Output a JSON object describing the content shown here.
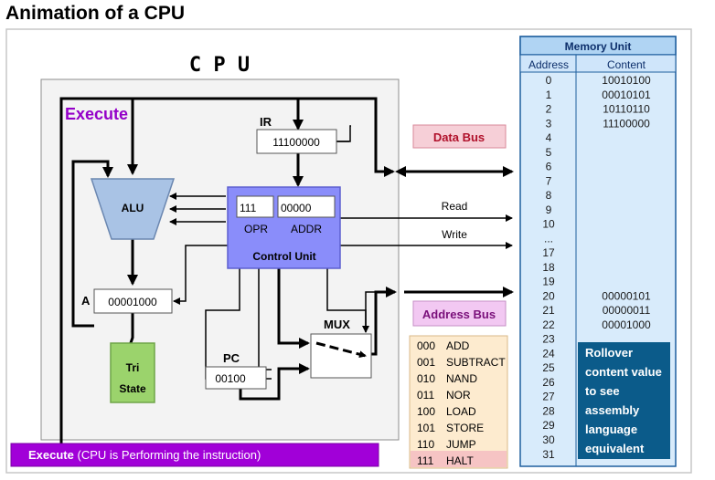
{
  "page_title": "Animation of a CPU",
  "cpu": {
    "title": "C P U",
    "stage_label": "Execute",
    "ir": {
      "label": "IR",
      "value": "11100000"
    },
    "alu": {
      "label": "ALU"
    },
    "control_unit": {
      "opr_value": "111",
      "addr_value": "00000",
      "opr_label": "OPR",
      "addr_label": "ADDR",
      "label": "Control Unit"
    },
    "accumulator": {
      "label": "A",
      "value": "00001000"
    },
    "tri_state": {
      "line1": "Tri",
      "line2": "State"
    },
    "pc": {
      "label": "PC",
      "value": "00100"
    },
    "mux": {
      "label": "MUX"
    }
  },
  "buses": {
    "data_bus": "Data Bus",
    "address_bus": "Address Bus",
    "read": "Read",
    "write": "Write"
  },
  "status_bar": {
    "bold": "Execute",
    "rest": " (CPU is Performing the instruction)"
  },
  "instruction_set": [
    {
      "code": "000",
      "name": "ADD"
    },
    {
      "code": "001",
      "name": "SUBTRACT"
    },
    {
      "code": "010",
      "name": "NAND"
    },
    {
      "code": "011",
      "name": "NOR"
    },
    {
      "code": "100",
      "name": "LOAD"
    },
    {
      "code": "101",
      "name": "STORE"
    },
    {
      "code": "110",
      "name": "JUMP"
    },
    {
      "code": "111",
      "name": "HALT"
    }
  ],
  "memory": {
    "title": "Memory Unit",
    "col_address": "Address",
    "col_content": "Content",
    "rows": [
      {
        "address": "0",
        "content": "10010100"
      },
      {
        "address": "1",
        "content": "00010101"
      },
      {
        "address": "2",
        "content": "10110110"
      },
      {
        "address": "3",
        "content": "11100000"
      },
      {
        "address": "4",
        "content": ""
      },
      {
        "address": "5",
        "content": ""
      },
      {
        "address": "6",
        "content": ""
      },
      {
        "address": "7",
        "content": ""
      },
      {
        "address": "8",
        "content": ""
      },
      {
        "address": "9",
        "content": ""
      },
      {
        "address": "10",
        "content": ""
      },
      {
        "address": "...",
        "content": ""
      },
      {
        "address": "17",
        "content": ""
      },
      {
        "address": "18",
        "content": ""
      },
      {
        "address": "19",
        "content": ""
      },
      {
        "address": "20",
        "content": "00000101"
      },
      {
        "address": "21",
        "content": "00000011"
      },
      {
        "address": "22",
        "content": "00001000"
      },
      {
        "address": "23",
        "content": ""
      },
      {
        "address": "24",
        "content": ""
      },
      {
        "address": "25",
        "content": ""
      },
      {
        "address": "26",
        "content": ""
      },
      {
        "address": "27",
        "content": ""
      },
      {
        "address": "28",
        "content": ""
      },
      {
        "address": "29",
        "content": ""
      },
      {
        "address": "30",
        "content": ""
      },
      {
        "address": "31",
        "content": ""
      }
    ],
    "tooltip": [
      "Rollover",
      "content value",
      "to see",
      "assembly",
      "language",
      "equivalent"
    ]
  },
  "colors": {
    "stage_purple": "#9400c8",
    "status_bar_purple": "#a100d8",
    "memory_bg": "#d8ebfb",
    "memory_header": "#b0d4f3",
    "memory_border": "#1e5f9e",
    "bus_label_pink": "#f6cfd7",
    "address_label_pink": "#f2c8f2",
    "control_unit_blue": "#8a8dfa",
    "tri_state_green": "#9bd36c",
    "instruction_bg": "#fdebcf",
    "tooltip_bg": "#0b5b8a"
  }
}
